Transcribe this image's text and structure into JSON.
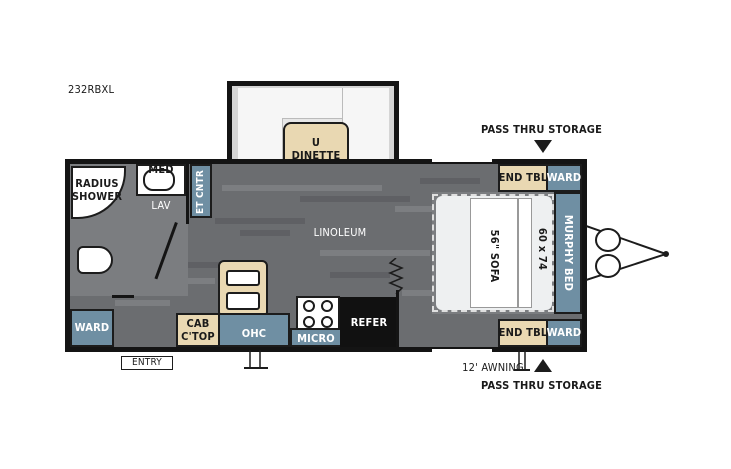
{
  "model": "232RBXL",
  "labels": {
    "u_dinette_1": "U",
    "u_dinette_2": "DINETTE",
    "linoleum": "LINOLEUM",
    "med": "MED",
    "lav": "LAV",
    "radius_shower_1": "RADIUS",
    "radius_shower_2": "SHOWER",
    "et_cntr": "ET CNTR",
    "ward_left": "WARD",
    "cab_ctop_1": "CAB",
    "cab_ctop_2": "C'TOP",
    "ohc": "OHC",
    "micro": "MICRO",
    "refer": "REFER",
    "entry": "ENTRY",
    "end_tbl_top": "END TBL",
    "ward_top": "WARD",
    "end_tbl_bottom": "END TBL",
    "ward_bottom": "WARD",
    "sofa": "56\" SOFA",
    "bed_size": "60 x 74",
    "murphy_bed": "MURPHY BED",
    "pass_thru_top": "PASS THRU STORAGE",
    "pass_thru_bottom": "PASS THRU STORAGE",
    "awning": "12' AWNING"
  },
  "colors": {
    "floor": "#6b6d70",
    "cabinet_blue": "#6f8fa3",
    "tan": "#e9d8b2",
    "wall": "#141414"
  }
}
